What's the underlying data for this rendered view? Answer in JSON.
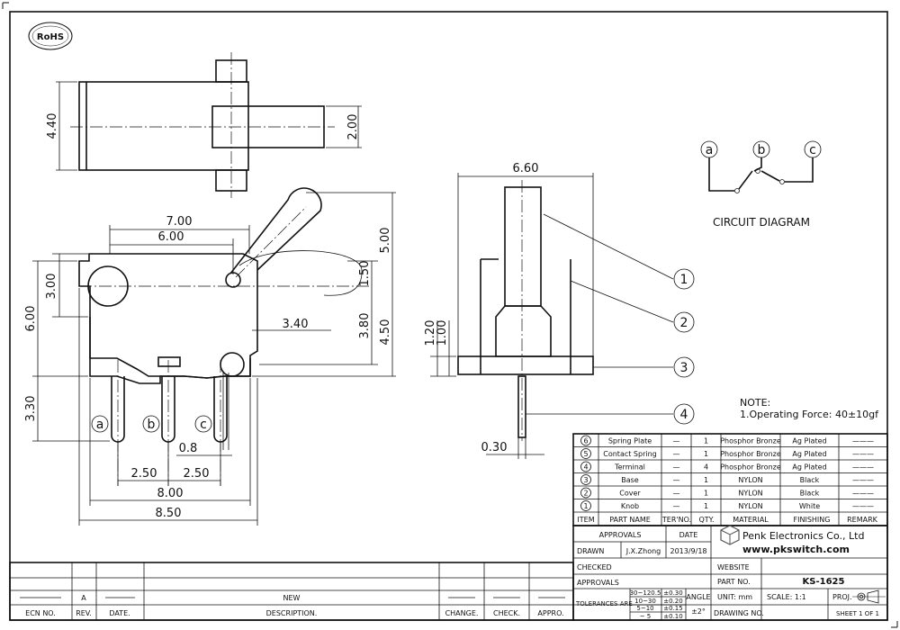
{
  "rohs": "RoHS",
  "dimensions": {
    "top_height": "4.40",
    "top_knob": "2.00",
    "width_700": "7.00",
    "width_600": "6.00",
    "h_300": "3.00",
    "h_600": "6.00",
    "h_330": "3.30",
    "h_500": "5.00",
    "h_150": "1.50",
    "h_380": "3.80",
    "h_450": "4.50",
    "w_340": "3.40",
    "pin_08": "0.8",
    "pitch1": "2.50",
    "pitch2": "2.50",
    "w_800": "8.00",
    "w_850": "8.50",
    "side_660": "6.60",
    "side_120": "1.20",
    "side_100": "1.00",
    "side_030": "0.30"
  },
  "pins": [
    "a",
    "b",
    "c"
  ],
  "circuit": {
    "a": "a",
    "b": "b",
    "c": "c",
    "label": "CIRCUIT DIAGRAM"
  },
  "callouts": [
    "1",
    "2",
    "3",
    "4"
  ],
  "note": {
    "title": "NOTE:",
    "line1": "1.Operating Force: 40±10gf"
  },
  "bom": {
    "rows": [
      {
        "item": "6",
        "name": "Spring Plate",
        "ter": "—",
        "qty": "1",
        "material": "Phosphor Bronze",
        "finishing": "Ag Plated",
        "remark": "———"
      },
      {
        "item": "5",
        "name": "Contact Spring",
        "ter": "—",
        "qty": "1",
        "material": "Phosphor Bronze",
        "finishing": "Ag Plated",
        "remark": "———"
      },
      {
        "item": "4",
        "name": "Terminal",
        "ter": "—",
        "qty": "4",
        "material": "Phosphor Bronze",
        "finishing": "Ag Plated",
        "remark": "———"
      },
      {
        "item": "3",
        "name": "Base",
        "ter": "—",
        "qty": "1",
        "material": "NYLON",
        "finishing": "Black",
        "remark": "———"
      },
      {
        "item": "2",
        "name": "Cover",
        "ter": "—",
        "qty": "1",
        "material": "NYLON",
        "finishing": "Black",
        "remark": "———"
      },
      {
        "item": "1",
        "name": "Knob",
        "ter": "—",
        "qty": "1",
        "material": "NYLON",
        "finishing": "White",
        "remark": "———"
      }
    ],
    "headers": {
      "item": "ITEM",
      "name": "PART NAME",
      "ter": "TER'NO.",
      "qty": "QTY.",
      "material": "MATERIAL",
      "finishing": "FINISHING",
      "remark": "REMARK"
    }
  },
  "title_block": {
    "approvals": "APPROVALS",
    "date": "DATE",
    "drawn": "DRAWN",
    "drawn_by": "J.X.Zhong",
    "drawn_date": "2013/9/18",
    "checked": "CHECKED",
    "approvals2": "APPROVALS",
    "company": "Penk Electronics Co., Ltd",
    "website_url": "www.pkswitch.com",
    "website": "WEBSITE",
    "part_no_label": "PART NO.",
    "part_no": "KS-1625",
    "tolerances": "TOLERANCES ARE",
    "tol_r1": "30~120.5",
    "tol_v1": "±0.30",
    "tol_r2": "10~30",
    "tol_v2": "±0.20",
    "tol_r3": "5~10",
    "tol_v3": "±0.15",
    "tol_r4": "~ 5",
    "tol_v4": "±0.10",
    "angle": "ANGLE",
    "angle_val": "±2°",
    "unit": "UNIT:  mm",
    "scale": "SCALE:   1:1",
    "proj": "PROJ.",
    "drawing_no": "DRAWING NO.",
    "sheet": "SHEET   1  OF  1"
  },
  "revision": {
    "rev_letter": "A",
    "new": "NEW",
    "ecn": "ECN NO.",
    "rev": "REV.",
    "date": "DATE.",
    "description": "DESCRIPTION.",
    "change": "CHANGE.",
    "check": "CHECK.",
    "appro": "APPRO."
  }
}
